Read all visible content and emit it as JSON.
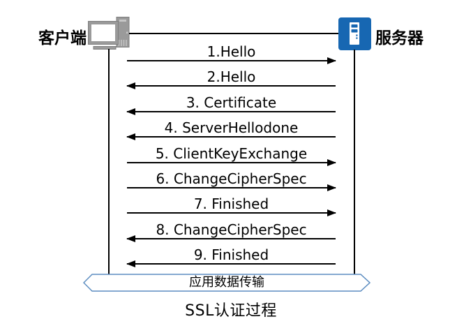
{
  "title": "SSL认证过程",
  "client": {
    "label": "客户端",
    "icon": "desktop-computer-icon"
  },
  "server": {
    "label": "服务器",
    "icon": "server-icon"
  },
  "messages": [
    {
      "label": "1.Hello",
      "direction": "right"
    },
    {
      "label": "2.Hello",
      "direction": "left"
    },
    {
      "label": "3. Certificate",
      "direction": "left"
    },
    {
      "label": "4. ServerHellodone",
      "direction": "left"
    },
    {
      "label": "5. ClientKeyExchange",
      "direction": "right"
    },
    {
      "label": "6. ChangeCipherSpec",
      "direction": "right"
    },
    {
      "label": "7. Finished",
      "direction": "right"
    },
    {
      "label": "8. ChangeCipherSpec",
      "direction": "left"
    },
    {
      "label": "9. Finished",
      "direction": "left"
    }
  ],
  "banner": {
    "label": "应用数据传输"
  },
  "colors": {
    "line": "#000000",
    "server_icon_blue": "#1767b2",
    "client_icon_gray": "#9a9a9a",
    "banner_border_blue": "#5b8cc0"
  }
}
